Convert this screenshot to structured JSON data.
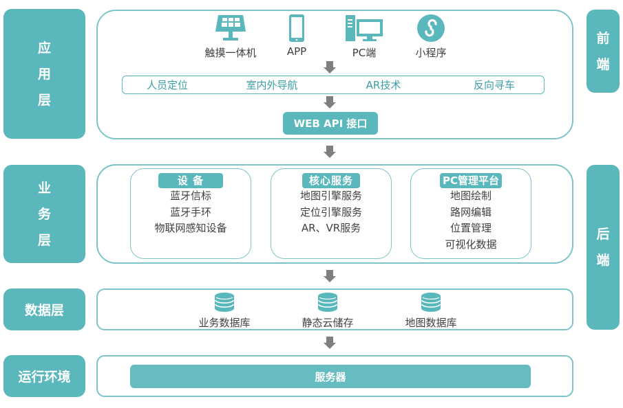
{
  "colors": {
    "accent": "#5ab7bc",
    "border": "#7cc4c8",
    "arrow": "#7f7f7f",
    "text": "#404040",
    "func_text": "#3a9ea6"
  },
  "layers": {
    "application": {
      "label_chars": [
        "应",
        "用",
        "层"
      ]
    },
    "business": {
      "label_chars": [
        "业",
        "务",
        "层"
      ]
    },
    "data": {
      "label": "数据层"
    },
    "runtime": {
      "label": "运行环境"
    }
  },
  "side_labels": {
    "frontend": {
      "label_chars": [
        "前",
        "端"
      ]
    },
    "backend": {
      "label_chars": [
        "后",
        "端"
      ]
    }
  },
  "application": {
    "clients": [
      {
        "icon": "touch-kiosk-icon",
        "label": "触摸一体机"
      },
      {
        "icon": "mobile-phone-icon",
        "label": "APP"
      },
      {
        "icon": "desktop-pc-icon",
        "label": "PC端"
      },
      {
        "icon": "mini-program-icon",
        "label": "小程序"
      }
    ],
    "functions": [
      "人员定位",
      "室内外导航",
      "AR技术",
      "反向寻车"
    ],
    "api": "WEB API 接口"
  },
  "business": {
    "groups": [
      {
        "title": "设 备",
        "items": [
          "蓝牙信标",
          "蓝牙手环",
          "物联网感知设备"
        ]
      },
      {
        "title": "核心服务",
        "items": [
          "地图引擎服务",
          "定位引擎服务",
          "AR、VR服务"
        ]
      },
      {
        "title": "PC管理平台",
        "items": [
          "地图绘制",
          "路网编辑",
          "位置管理",
          "可视化数据"
        ]
      }
    ]
  },
  "data": {
    "stores": [
      {
        "icon": "database-icon",
        "label": "业务数据库"
      },
      {
        "icon": "database-icon",
        "label": "静态云储存"
      },
      {
        "icon": "database-icon",
        "label": "地图数据库"
      }
    ]
  },
  "runtime": {
    "server": "服务器"
  }
}
